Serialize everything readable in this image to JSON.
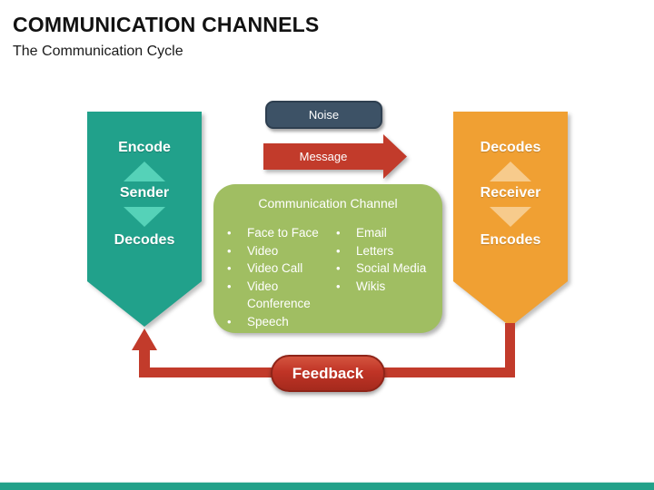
{
  "slide": {
    "title": "COMMUNICATION CHANNELS",
    "subtitle": "The Communication Cycle"
  },
  "colors": {
    "teal": "#21A18B",
    "teal_light": "#55D2B8",
    "orange": "#F0A033",
    "orange_light": "#F7CB8C",
    "red": "#C23B2B",
    "green": "#A0BE62",
    "slate": "#3D5266",
    "slate_border": "#2E3F50",
    "bar_teal": "#22A189"
  },
  "sender_banner": {
    "top_label": "Encode",
    "middle_label": "Sender",
    "bottom_label": "Decodes"
  },
  "receiver_banner": {
    "top_label": "Decodes",
    "middle_label": "Receiver",
    "bottom_label": "Encodes"
  },
  "noise": {
    "label": "Noise"
  },
  "message": {
    "label": "Message"
  },
  "channel": {
    "title": "Communication Channel",
    "left_items": [
      "Face to Face",
      "Video",
      "Video Call",
      "Video Conference",
      "Speech"
    ],
    "right_items": [
      "Email",
      "Letters",
      "Social Media",
      "Wikis"
    ]
  },
  "feedback": {
    "label": "Feedback"
  }
}
